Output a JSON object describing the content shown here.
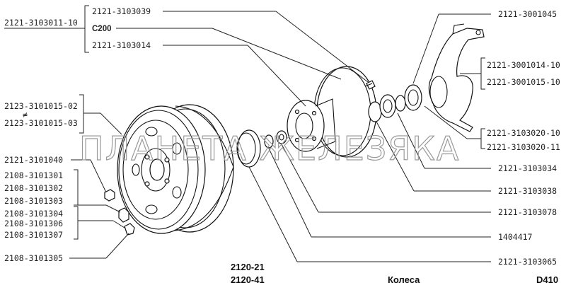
{
  "labels": {
    "top_left_assembly": "2121-3103011-10",
    "brake_disc": "2121-3103039",
    "c200": "С200",
    "hub_bolt": "2121-3103014",
    "knuckle": "2121-3001045",
    "knuckle_alt_1": "2121-3001014-10",
    "knuckle_alt_2": "2121-3001015-10",
    "wheel_1": "2123-3101015-02",
    "wheel_sep": "≠",
    "wheel_2": "2123-3101015-03",
    "nut": "2121-3101040",
    "cap_1": "2108-3101301",
    "cap_2": "2108-3101302",
    "cap_3": "2108-3101303",
    "cap_4": "2108-3101304",
    "cap_5": "2108-3101306",
    "cap_6": "2108-3101307",
    "cap_7": "2108-3101305",
    "bearing_1": "2121-3103020-10",
    "bearing_2": "2121-3103020-11",
    "seal": "2121-3103034",
    "ring": "2121-3103038",
    "washer": "2121-3103078",
    "hub_nut": "1404417",
    "cap_hub": "2121-3103065"
  },
  "footer": {
    "model_1": "2120-21",
    "model_2": "2120-41",
    "title": "Колеса",
    "code": "D410"
  },
  "watermark": "ПЛАНЕТА ЖЕЛЕЗЯКА"
}
